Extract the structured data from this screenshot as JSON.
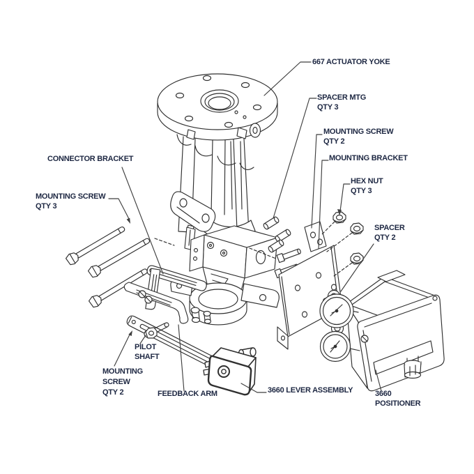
{
  "diagram": {
    "type": "exploded-parts-diagram",
    "subject": "actuator positioner mounting assembly",
    "colors": {
      "background": "#ffffff",
      "line": "#2f2f2f",
      "leader_line": "#3f3f3f",
      "label_text": "#1d2742"
    },
    "callouts": {
      "actuator_yoke": {
        "line1": "667 ACTUATOR YOKE"
      },
      "spacer_mtg": {
        "line1": "SPACER MTG",
        "line2": "QTY 3"
      },
      "mounting_screw_right": {
        "line1": "MOUNTING SCREW",
        "line2": "QTY 2"
      },
      "mounting_bracket": {
        "line1": "MOUNTING BRACKET"
      },
      "hex_nut": {
        "line1": "HEX NUT",
        "line2": "QTY 3"
      },
      "spacer": {
        "line1": "SPACER",
        "line2": "QTY 2"
      },
      "connector_bracket": {
        "line1": "CONNECTOR BRACKET"
      },
      "mounting_screw_left": {
        "line1": "MOUNTING SCREW",
        "line2": "QTY 3"
      },
      "pilot_shaft": {
        "line1": "PILOT",
        "line2": "SHAFT"
      },
      "mounting_screw_bottom": {
        "line1": "MOUNTING",
        "line2": "SCREW",
        "line3": "QTY 2"
      },
      "feedback_arm": {
        "line1": "FEEDBACK ARM"
      },
      "lever_assembly": {
        "line1": "3660 LEVER ASSEMBLY"
      },
      "positioner": {
        "line1": "3660",
        "line2": "POSITIONER"
      }
    }
  }
}
